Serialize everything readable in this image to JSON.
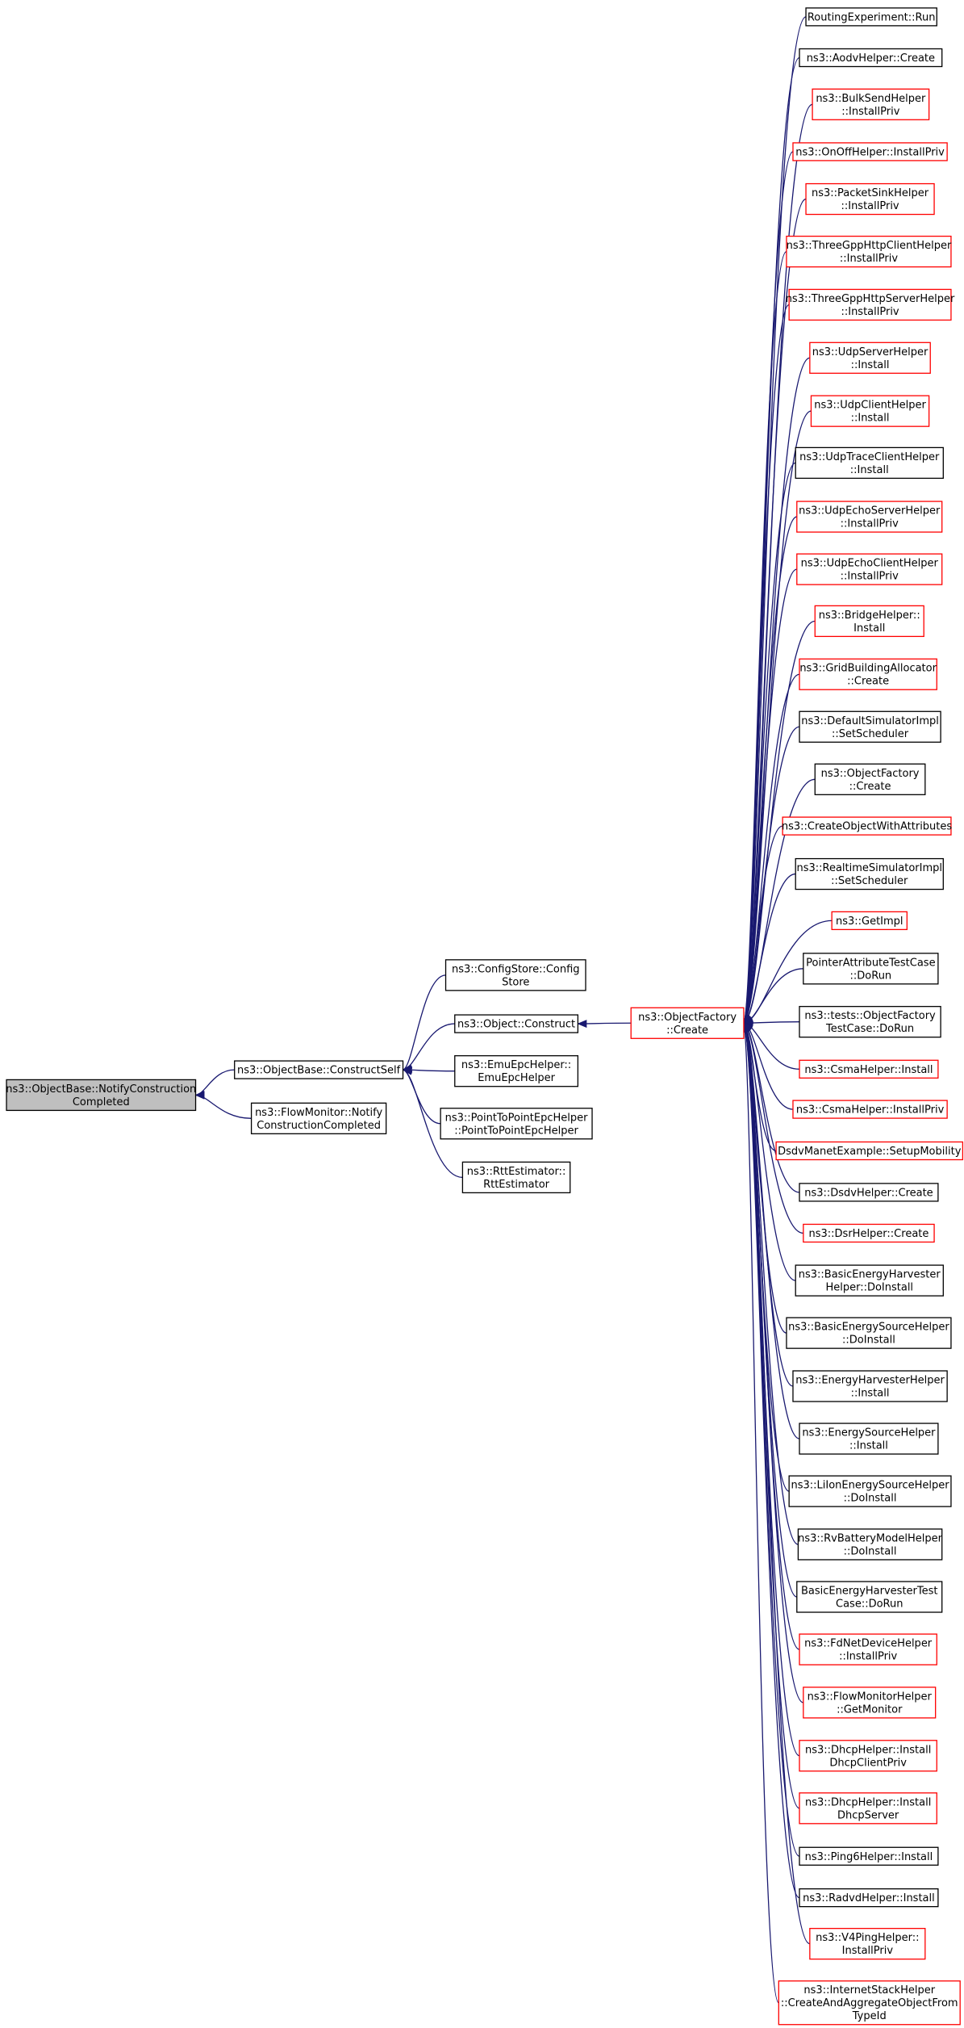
{
  "colors": {
    "edge": "#191970",
    "border_default": "#000000",
    "border_truncated": "#ff0000",
    "focus_fill": "#bfbfbf",
    "node_fill": "#ffffff"
  },
  "focus": {
    "id": "notifyconstruction",
    "lines": [
      "ns3::ObjectBase::NotifyConstruction",
      "Completed"
    ]
  },
  "nodes": [
    {
      "id": "constructself",
      "lines": [
        "ns3::ObjectBase::ConstructSelf"
      ],
      "border": "black"
    },
    {
      "id": "flowmonitor",
      "lines": [
        "ns3::FlowMonitor::Notify",
        "ConstructionCompleted"
      ],
      "border": "black"
    },
    {
      "id": "configstore",
      "lines": [
        "ns3::ConfigStore::Config",
        "Store"
      ],
      "border": "black"
    },
    {
      "id": "objconstruct",
      "lines": [
        "ns3::Object::Construct"
      ],
      "border": "black"
    },
    {
      "id": "emuepc",
      "lines": [
        "ns3::EmuEpcHelper::",
        "EmuEpcHelper"
      ],
      "border": "black"
    },
    {
      "id": "p2pepc",
      "lines": [
        "ns3::PointToPointEpcHelper",
        "::PointToPointEpcHelper"
      ],
      "border": "black"
    },
    {
      "id": "rttest",
      "lines": [
        "ns3::RttEstimator::",
        "RttEstimator"
      ],
      "border": "black"
    },
    {
      "id": "objfactory",
      "lines": [
        "ns3::ObjectFactory",
        "::Create"
      ],
      "border": "red"
    },
    {
      "id": "c1",
      "lines": [
        "RoutingExperiment::Run"
      ],
      "border": "black"
    },
    {
      "id": "c2",
      "lines": [
        "ns3::AodvHelper::Create"
      ],
      "border": "black"
    },
    {
      "id": "c3",
      "lines": [
        "ns3::BulkSendHelper",
        "::InstallPriv"
      ],
      "border": "red"
    },
    {
      "id": "c4",
      "lines": [
        "ns3::OnOffHelper::InstallPriv"
      ],
      "border": "red"
    },
    {
      "id": "c5",
      "lines": [
        "ns3::PacketSinkHelper",
        "::InstallPriv"
      ],
      "border": "red"
    },
    {
      "id": "c6",
      "lines": [
        "ns3::ThreeGppHttpClientHelper",
        "::InstallPriv"
      ],
      "border": "red"
    },
    {
      "id": "c7",
      "lines": [
        "ns3::ThreeGppHttpServerHelper",
        "::InstallPriv"
      ],
      "border": "red"
    },
    {
      "id": "c8",
      "lines": [
        "ns3::UdpServerHelper",
        "::Install"
      ],
      "border": "red"
    },
    {
      "id": "c9",
      "lines": [
        "ns3::UdpClientHelper",
        "::Install"
      ],
      "border": "red"
    },
    {
      "id": "c10",
      "lines": [
        "ns3::UdpTraceClientHelper",
        "::Install"
      ],
      "border": "black"
    },
    {
      "id": "c11",
      "lines": [
        "ns3::UdpEchoServerHelper",
        "::InstallPriv"
      ],
      "border": "red"
    },
    {
      "id": "c12",
      "lines": [
        "ns3::UdpEchoClientHelper",
        "::InstallPriv"
      ],
      "border": "red"
    },
    {
      "id": "c13",
      "lines": [
        "ns3::BridgeHelper::",
        "Install"
      ],
      "border": "red"
    },
    {
      "id": "c14",
      "lines": [
        "ns3::GridBuildingAllocator",
        "::Create"
      ],
      "border": "red"
    },
    {
      "id": "c15",
      "lines": [
        "ns3::DefaultSimulatorImpl",
        "::SetScheduler"
      ],
      "border": "black"
    },
    {
      "id": "c16",
      "lines": [
        "ns3::ObjectFactory",
        "::Create"
      ],
      "border": "black"
    },
    {
      "id": "c17",
      "lines": [
        "ns3::CreateObjectWithAttributes"
      ],
      "border": "red"
    },
    {
      "id": "c18",
      "lines": [
        "ns3::RealtimeSimulatorImpl",
        "::SetScheduler"
      ],
      "border": "black"
    },
    {
      "id": "c19",
      "lines": [
        "ns3::GetImpl"
      ],
      "border": "red"
    },
    {
      "id": "c20",
      "lines": [
        "PointerAttributeTestCase",
        "::DoRun"
      ],
      "border": "black"
    },
    {
      "id": "c21",
      "lines": [
        "ns3::tests::ObjectFactory",
        "TestCase::DoRun"
      ],
      "border": "black"
    },
    {
      "id": "c22",
      "lines": [
        "ns3::CsmaHelper::Install"
      ],
      "border": "red"
    },
    {
      "id": "c23",
      "lines": [
        "ns3::CsmaHelper::InstallPriv"
      ],
      "border": "red"
    },
    {
      "id": "c24",
      "lines": [
        "DsdvManetExample::SetupMobility"
      ],
      "border": "red"
    },
    {
      "id": "c25",
      "lines": [
        "ns3::DsdvHelper::Create"
      ],
      "border": "black"
    },
    {
      "id": "c26",
      "lines": [
        "ns3::DsrHelper::Create"
      ],
      "border": "red"
    },
    {
      "id": "c27",
      "lines": [
        "ns3::BasicEnergyHarvester",
        "Helper::DoInstall"
      ],
      "border": "black"
    },
    {
      "id": "c28",
      "lines": [
        "ns3::BasicEnergySourceHelper",
        "::DoInstall"
      ],
      "border": "black"
    },
    {
      "id": "c29",
      "lines": [
        "ns3::EnergyHarvesterHelper",
        "::Install"
      ],
      "border": "black"
    },
    {
      "id": "c30",
      "lines": [
        "ns3::EnergySourceHelper",
        "::Install"
      ],
      "border": "black"
    },
    {
      "id": "c31",
      "lines": [
        "ns3::LiIonEnergySourceHelper",
        "::DoInstall"
      ],
      "border": "black"
    },
    {
      "id": "c32",
      "lines": [
        "ns3::RvBatteryModelHelper",
        "::DoInstall"
      ],
      "border": "black"
    },
    {
      "id": "c33",
      "lines": [
        "BasicEnergyHarvesterTest",
        "Case::DoRun"
      ],
      "border": "black"
    },
    {
      "id": "c34",
      "lines": [
        "ns3::FdNetDeviceHelper",
        "::InstallPriv"
      ],
      "border": "red"
    },
    {
      "id": "c35",
      "lines": [
        "ns3::FlowMonitorHelper",
        "::GetMonitor"
      ],
      "border": "red"
    },
    {
      "id": "c36",
      "lines": [
        "ns3::DhcpHelper::Install",
        "DhcpClientPriv"
      ],
      "border": "red"
    },
    {
      "id": "c37",
      "lines": [
        "ns3::DhcpHelper::Install",
        "DhcpServer"
      ],
      "border": "red"
    },
    {
      "id": "c38",
      "lines": [
        "ns3::Ping6Helper::Install"
      ],
      "border": "black"
    },
    {
      "id": "c39",
      "lines": [
        "ns3::RadvdHelper::Install"
      ],
      "border": "black"
    },
    {
      "id": "c40",
      "lines": [
        "ns3::V4PingHelper::",
        "InstallPriv"
      ],
      "border": "red"
    },
    {
      "id": "c41",
      "lines": [
        "ns3::InternetStackHelper",
        "::CreateAndAggregateObjectFrom",
        "TypeId"
      ],
      "border": "red"
    }
  ]
}
